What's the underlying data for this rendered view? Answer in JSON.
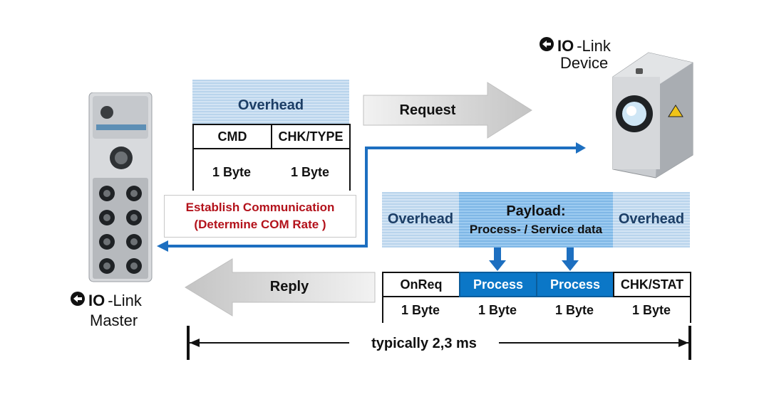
{
  "master": {
    "brand_bold": "IO",
    "brand_rest": "-Link",
    "label": "Master"
  },
  "device": {
    "brand_bold": "IO",
    "brand_rest": "-Link",
    "label": "Device"
  },
  "request_frame": {
    "overhead": "Overhead",
    "fields": [
      "CMD",
      "CHK/TYPE"
    ],
    "sizes": [
      "1 Byte",
      "1 Byte"
    ]
  },
  "request_arrow": "Request",
  "note": {
    "line1": "Establish Communication",
    "line2": "(Determine COM Rate )"
  },
  "reply_frame": {
    "overhead_left": "Overhead",
    "payload_title": "Payload:",
    "payload_sub": "Process- / Service data",
    "overhead_right": "Overhead",
    "fields": [
      "OnReq",
      "Process",
      "Process",
      "CHK/STAT"
    ],
    "sizes": [
      "1 Byte",
      "1 Byte",
      "1 Byte",
      "1 Byte"
    ]
  },
  "reply_arrow": "Reply",
  "timing": "typically 2,3 ms",
  "colors": {
    "accent_blue": "#0b77c7",
    "note_red": "#b3121b",
    "stripe_light": "#b9d4ec"
  }
}
